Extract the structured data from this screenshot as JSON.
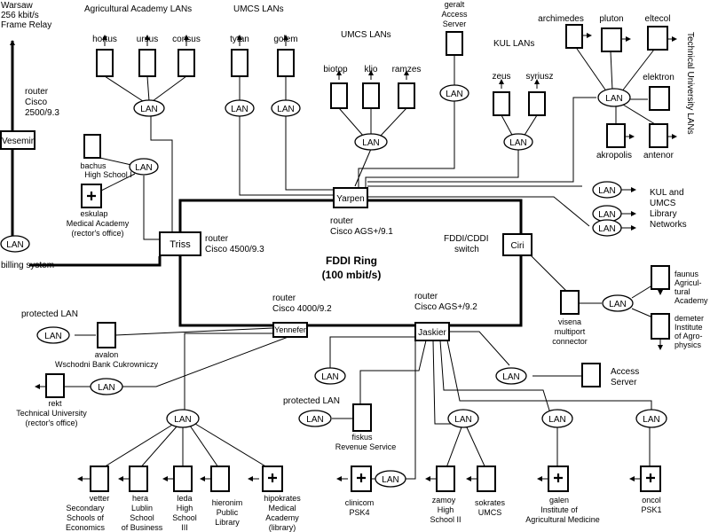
{
  "title": "FDDI Ring",
  "subtitle": "(100 mbit/s)",
  "lan": "LAN",
  "routers": {
    "triss": {
      "name": "Triss",
      "l1": "router",
      "l2": "Cisco 4500/9.3"
    },
    "yarpen": {
      "name": "Yarpen",
      "l1": "router",
      "l2": "Cisco AGS+/9.1"
    },
    "ciri": {
      "name": "Ciri",
      "l1": "FDDI/CDDI",
      "l2": "switch"
    },
    "yennefer": {
      "name": "Yennefer",
      "l1": "router",
      "l2": "Cisco 4000/9.2"
    },
    "jaskier": {
      "name": "Jaskier",
      "l1": "router",
      "l2": "Cisco AGS+/9.2"
    },
    "vesemir": {
      "name": "Vesemir",
      "l1": "router",
      "l2": "Cisco",
      "l3": "2500/9.3"
    }
  },
  "warsaw": [
    "Warsaw",
    "256 kbit/s",
    "Frame Relay"
  ],
  "billing": "billing system",
  "agri_title": "Agricultural Academy LANs",
  "agri": [
    "hortus",
    "ursus",
    "consus"
  ],
  "umcs_title": "UMCS LANs",
  "umcs1": [
    "tytan",
    "golem"
  ],
  "umcs2_title": "UMCS LANs",
  "umcs2": [
    "biotop",
    "klio",
    "ramzes"
  ],
  "geralt": [
    "geralt",
    "Access",
    "Server"
  ],
  "kul_title": "KUL  LANs",
  "kul": [
    "zeus",
    "syriusz"
  ],
  "tech": {
    "archimedes": "archimedes",
    "pluton": "pluton",
    "eltecol": "eltecol",
    "elektron": "elektron",
    "akropolis": "akropolis",
    "antenor": "antenor"
  },
  "tech_label": "Technical University LANs",
  "kul_library": [
    "KUL and",
    "UMCS",
    "Library",
    "Networks"
  ],
  "bachus": [
    "bachus",
    "High School I"
  ],
  "eskulap": [
    "eskulap",
    "Medical Academy",
    "(rector's office)"
  ],
  "faunus": [
    "faunus",
    "Agricul-",
    "tural",
    "Academy"
  ],
  "demeter": [
    "demeter",
    "Institute",
    "of Agro-",
    "physics"
  ],
  "visena": [
    "visena",
    "multiport",
    "connector"
  ],
  "protected_lan": "protected LAN",
  "avalon": [
    "avalon",
    "Wschodni Bank Cukrowniczy"
  ],
  "rekt": [
    "rekt",
    "Technical University",
    "(rector's office)"
  ],
  "access_server": [
    "Access",
    "Server"
  ],
  "fiskus": [
    "fiskus",
    "Revenue Service"
  ],
  "vetter": [
    "vetter",
    "Secondary",
    "Schools of",
    "Economics"
  ],
  "hera": [
    "hera",
    "Lublin",
    "School",
    "of Business"
  ],
  "leda": [
    "leda",
    "High",
    "School",
    "III"
  ],
  "hieronim": [
    "hieronim",
    "Public",
    "Library"
  ],
  "hipokrates": [
    "hipokrates",
    "Medical",
    "Academy",
    "(library)"
  ],
  "clinicom": [
    "clinicom",
    "PSK4"
  ],
  "zamoy": [
    "zamoy",
    "High",
    "School II"
  ],
  "sokrates": [
    "sokrates",
    "UMCS"
  ],
  "galen": [
    "galen",
    "Institute of",
    "Agricultural Medicine"
  ],
  "oncol": [
    "oncol",
    "PSK1"
  ]
}
